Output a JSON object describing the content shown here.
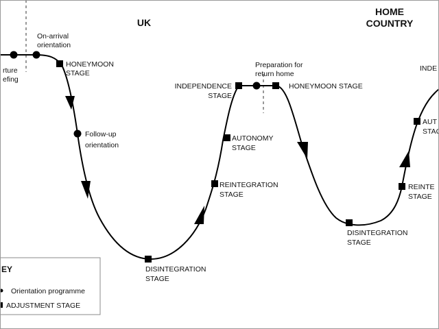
{
  "regions": {
    "uk": "UK",
    "home_line1": "HOME",
    "home_line2": "COUNTRY"
  },
  "labels": {
    "departure_briefing": [
      "rture",
      "efing"
    ],
    "on_arrival": [
      "On-arrival",
      "orientation"
    ],
    "honeymoon_1": [
      "HONEYMOON",
      "STAGE"
    ],
    "follow_up": [
      "Follow-up",
      "orientation"
    ],
    "disintegration_1": [
      "DISINTEGRATION",
      "STAGE"
    ],
    "reintegration_1": [
      "REINTEGRATION",
      "STAGE"
    ],
    "autonomy_1": [
      "AUTONOMY",
      "STAGE"
    ],
    "independence_1": [
      "INDEPENDENCE",
      "STAGE"
    ],
    "prep_return": [
      "Preparation for",
      "return home"
    ],
    "honeymoon_2": "HONEYMOON STAGE",
    "disintegration_2": [
      "DISINTEGRATION",
      "STAGE"
    ],
    "reintegration_2": [
      "REINTE",
      "STAGE"
    ],
    "autonomy_2": [
      "AUT",
      "STAG"
    ],
    "independence_2": "INDE"
  },
  "key": {
    "title": "EY",
    "circle_label": "Orientation programme",
    "square_label": "ADJUSTMENT STAGE"
  },
  "markers": {
    "circle": "orientation-programme",
    "square": "adjustment-stage"
  },
  "colors": {
    "line": "#000000",
    "background": "#ffffff",
    "key_border": "#888888"
  }
}
